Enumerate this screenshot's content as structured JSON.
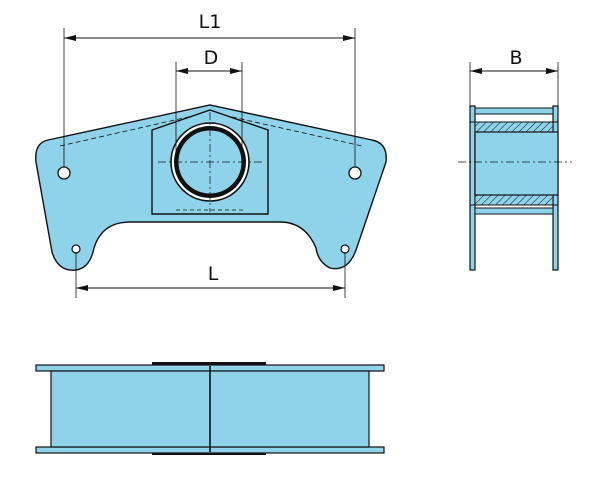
{
  "dimensions": {
    "L1": "L1",
    "D": "D",
    "B": "B",
    "L": "L"
  },
  "colors": {
    "fill": "#8fd3ea",
    "stroke": "#111111",
    "background": "#ffffff"
  }
}
